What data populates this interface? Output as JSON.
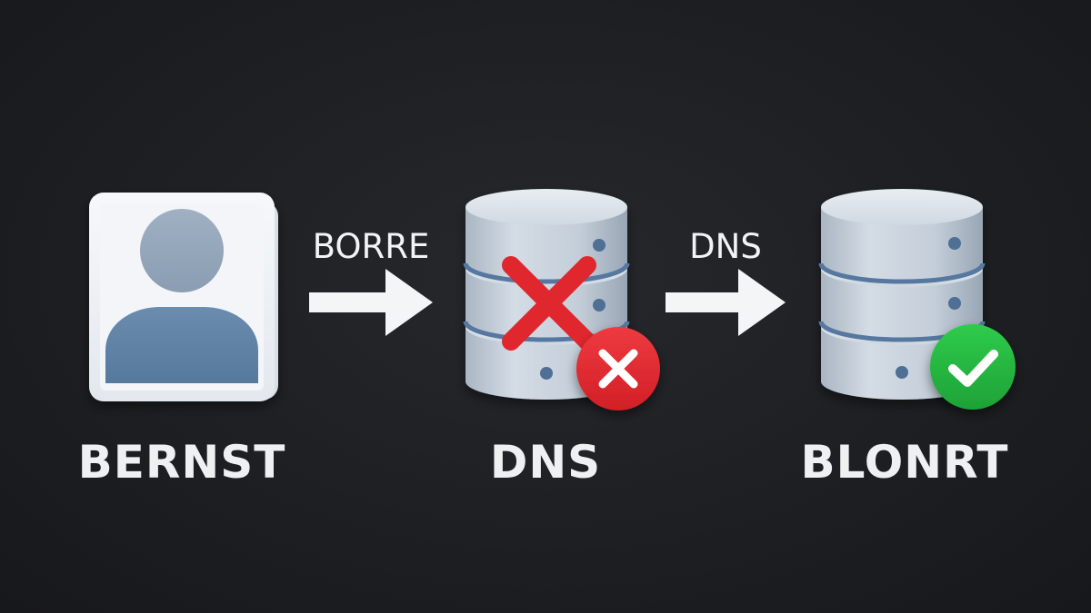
{
  "nodes": [
    {
      "id": "user",
      "label": "BERNST",
      "icon": "user-profile-icon"
    },
    {
      "id": "failed-server",
      "label": "DNS",
      "icon": "database-server-icon",
      "status": "error"
    },
    {
      "id": "ok-server",
      "label": "BLONRT",
      "icon": "database-server-icon",
      "status": "success"
    }
  ],
  "edges": [
    {
      "from": "user",
      "to": "failed-server",
      "label": "BORRE"
    },
    {
      "from": "failed-server",
      "to": "ok-server",
      "label": "DNS"
    }
  ],
  "colors": {
    "background": "#1d1f22",
    "error": "#e0272e",
    "success": "#22b53c",
    "server_body": "#c6d0da",
    "server_accent": "#5678a0",
    "avatar_card": "#eef1f5",
    "avatar_figure": "#5f82a6"
  }
}
